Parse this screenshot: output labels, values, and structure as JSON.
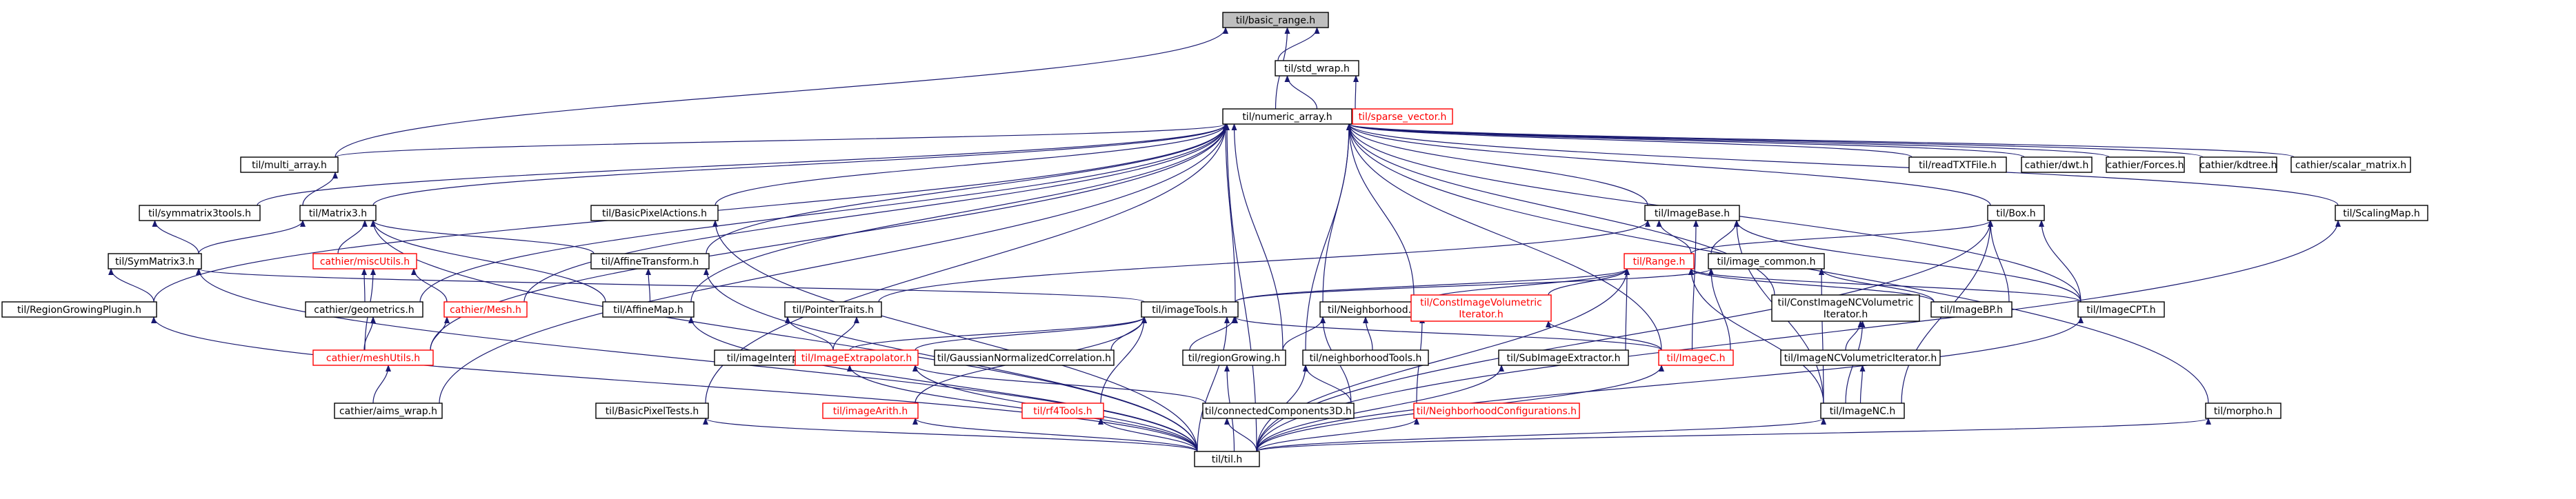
{
  "colors": {
    "node_border": "#000000",
    "node_red_text": "#ff0000",
    "node_fill": "#ffffff",
    "focus_fill": "#bfbfbf",
    "edge": "#191970"
  },
  "nodes": {
    "basic_range": {
      "label": "til/basic_range.h",
      "style": "focus"
    },
    "std_wrap": {
      "label": "til/std_wrap.h",
      "style": "normal"
    },
    "numeric_array": {
      "label": "til/numeric_array.h",
      "style": "normal"
    },
    "sparse_vector": {
      "label": "til/sparse_vector.h",
      "style": "red"
    },
    "multi_array": {
      "label": "til/multi_array.h",
      "style": "normal"
    },
    "symmatrix3tools": {
      "label": "til/symmatrix3tools.h",
      "style": "normal"
    },
    "matrix3": {
      "label": "til/Matrix3.h",
      "style": "normal"
    },
    "basicpixelactions": {
      "label": "til/BasicPixelActions.h",
      "style": "normal"
    },
    "imagebase": {
      "label": "til/ImageBase.h",
      "style": "normal"
    },
    "readtxtfile": {
      "label": "til/readTXTFile.h",
      "style": "normal"
    },
    "dwt": {
      "label": "cathier/dwt.h",
      "style": "normal"
    },
    "forces": {
      "label": "cathier/Forces.h",
      "style": "normal"
    },
    "kdtree": {
      "label": "cathier/kdtree.h",
      "style": "normal"
    },
    "scalar_matrix": {
      "label": "cathier/scalar_matrix.h",
      "style": "normal"
    },
    "box": {
      "label": "til/Box.h",
      "style": "normal"
    },
    "scalingmap": {
      "label": "til/ScalingMap.h",
      "style": "normal"
    },
    "symmatrix3": {
      "label": "til/SymMatrix3.h",
      "style": "normal"
    },
    "miscutils": {
      "label": "cathier/miscUtils.h",
      "style": "red"
    },
    "affinetransform": {
      "label": "til/AffineTransform.h",
      "style": "normal"
    },
    "range": {
      "label": "til/Range.h",
      "style": "red"
    },
    "image_common": {
      "label": "til/image_common.h",
      "style": "normal"
    },
    "regiongrowingplugin": {
      "label": "til/RegionGrowingPlugin.h",
      "style": "normal"
    },
    "geometrics": {
      "label": "cathier/geometrics.h",
      "style": "normal"
    },
    "mesh": {
      "label": "cathier/Mesh.h",
      "style": "red"
    },
    "affinemap": {
      "label": "til/AffineMap.h",
      "style": "normal"
    },
    "pointertraits": {
      "label": "til/PointerTraits.h",
      "style": "normal"
    },
    "imagetools": {
      "label": "til/imageTools.h",
      "style": "normal"
    },
    "neighborhood": {
      "label": "til/Neighborhood.h",
      "style": "normal"
    },
    "constimagevolumetric": {
      "label": "til/ConstImageVolumetric\nIterator.h",
      "style": "red"
    },
    "constimagencvolumetric": {
      "label": "til/ConstImageNCVolumetric\nIterator.h",
      "style": "normal"
    },
    "imagebp": {
      "label": "til/ImageBP.h",
      "style": "normal"
    },
    "imagecpt": {
      "label": "til/ImageCPT.h",
      "style": "normal"
    },
    "meshutils": {
      "label": "cathier/meshUtils.h",
      "style": "red"
    },
    "imageinterpolation": {
      "label": "til/imageInterpolation.h",
      "style": "normal"
    },
    "imageextrapolator": {
      "label": "til/ImageExtrapolator.h",
      "style": "red"
    },
    "gaussiannc": {
      "label": "til/GaussianNormalizedCorrelation.h",
      "style": "normal"
    },
    "regiongrowing": {
      "label": "til/regionGrowing.h",
      "style": "normal"
    },
    "neighborhoodtools": {
      "label": "til/neighborhoodTools.h",
      "style": "normal"
    },
    "subimageextractor": {
      "label": "til/SubImageExtractor.h",
      "style": "normal"
    },
    "imagec": {
      "label": "til/ImageC.h",
      "style": "red"
    },
    "imagencvolumetriciterator": {
      "label": "til/ImageNCVolumetricIterator.h",
      "style": "normal"
    },
    "aims_wrap": {
      "label": "cathier/aims_wrap.h",
      "style": "normal"
    },
    "basicpixeltests": {
      "label": "til/BasicPixelTests.h",
      "style": "normal"
    },
    "imagearith": {
      "label": "til/imageArith.h",
      "style": "red"
    },
    "rf4tools": {
      "label": "til/rf4Tools.h",
      "style": "red"
    },
    "connectedcomponents3d": {
      "label": "til/connectedComponents3D.h",
      "style": "normal"
    },
    "neighborhoodconfigurations": {
      "label": "til/NeighborhoodConfigurations.h",
      "style": "red"
    },
    "imagenc": {
      "label": "til/ImageNC.h",
      "style": "normal"
    },
    "morpho": {
      "label": "til/morpho.h",
      "style": "normal"
    },
    "til": {
      "label": "til/til.h",
      "style": "normal"
    }
  },
  "edges": [
    [
      "std_wrap",
      "basic_range"
    ],
    [
      "numeric_array",
      "basic_range"
    ],
    [
      "multi_array",
      "basic_range"
    ],
    [
      "numeric_array",
      "std_wrap"
    ],
    [
      "sparse_vector",
      "std_wrap"
    ],
    [
      "multi_array",
      "numeric_array"
    ],
    [
      "symmatrix3tools",
      "numeric_array"
    ],
    [
      "matrix3",
      "numeric_array"
    ],
    [
      "basicpixelactions",
      "numeric_array"
    ],
    [
      "imagebase",
      "numeric_array"
    ],
    [
      "readtxtfile",
      "numeric_array"
    ],
    [
      "dwt",
      "numeric_array"
    ],
    [
      "forces",
      "numeric_array"
    ],
    [
      "kdtree",
      "numeric_array"
    ],
    [
      "scalar_matrix",
      "numeric_array"
    ],
    [
      "box",
      "numeric_array"
    ],
    [
      "scalingmap",
      "numeric_array"
    ],
    [
      "regiongrowingplugin",
      "numeric_array"
    ],
    [
      "geometrics",
      "numeric_array"
    ],
    [
      "mesh",
      "numeric_array"
    ],
    [
      "meshutils",
      "numeric_array"
    ],
    [
      "aims_wrap",
      "numeric_array"
    ],
    [
      "affinetransform",
      "numeric_array"
    ],
    [
      "affinemap",
      "numeric_array"
    ],
    [
      "imagetools",
      "numeric_array"
    ],
    [
      "regiongrowing",
      "numeric_array"
    ],
    [
      "neighborhood",
      "numeric_array"
    ],
    [
      "neighborhoodtools",
      "numeric_array"
    ],
    [
      "constimagevolumetric",
      "numeric_array"
    ],
    [
      "constimagencvolumetric",
      "numeric_array"
    ],
    [
      "imagec",
      "numeric_array"
    ],
    [
      "imagecpt",
      "numeric_array"
    ],
    [
      "basicpixeltests",
      "numeric_array"
    ],
    [
      "morpho",
      "numeric_array"
    ],
    [
      "til",
      "numeric_array"
    ],
    [
      "matrix3",
      "multi_array"
    ],
    [
      "symmatrix3",
      "symmatrix3tools"
    ],
    [
      "symmatrix3",
      "matrix3"
    ],
    [
      "miscutils",
      "matrix3"
    ],
    [
      "affinetransform",
      "matrix3"
    ],
    [
      "affinemap",
      "matrix3"
    ],
    [
      "til",
      "matrix3"
    ],
    [
      "til",
      "basicpixelactions"
    ],
    [
      "range",
      "imagebase"
    ],
    [
      "image_common",
      "imagebase"
    ],
    [
      "pointertraits",
      "imagebase"
    ],
    [
      "imagec",
      "imagebase"
    ],
    [
      "imagenc",
      "imagebase"
    ],
    [
      "imagecpt",
      "imagebase"
    ],
    [
      "range",
      "box"
    ],
    [
      "imagebp",
      "box"
    ],
    [
      "imagecpt",
      "box"
    ],
    [
      "imagenc",
      "box"
    ],
    [
      "til",
      "box"
    ],
    [
      "til",
      "scalingmap"
    ],
    [
      "regiongrowingplugin",
      "symmatrix3"
    ],
    [
      "imagetools",
      "symmatrix3"
    ],
    [
      "til",
      "symmatrix3"
    ],
    [
      "geometrics",
      "miscutils"
    ],
    [
      "mesh",
      "miscutils"
    ],
    [
      "meshutils",
      "miscutils"
    ],
    [
      "affinemap",
      "affinetransform"
    ],
    [
      "til",
      "affinetransform"
    ],
    [
      "imagetools",
      "range"
    ],
    [
      "neighborhood",
      "range"
    ],
    [
      "constimagevolumetric",
      "range"
    ],
    [
      "subimageextractor",
      "range"
    ],
    [
      "imagebp",
      "range"
    ],
    [
      "imagecpt",
      "range"
    ],
    [
      "imagenc",
      "range"
    ],
    [
      "til",
      "range"
    ],
    [
      "imagetools",
      "image_common"
    ],
    [
      "imagec",
      "image_common"
    ],
    [
      "imagebp",
      "image_common"
    ],
    [
      "imagenc",
      "image_common"
    ],
    [
      "til",
      "regiongrowingplugin"
    ],
    [
      "meshutils",
      "geometrics"
    ],
    [
      "meshutils",
      "mesh"
    ],
    [
      "til",
      "affinemap"
    ],
    [
      "imageinterpolation",
      "pointertraits"
    ],
    [
      "imageextrapolator",
      "pointertraits"
    ],
    [
      "imageinterpolation",
      "imagetools"
    ],
    [
      "imageextrapolator",
      "imagetools"
    ],
    [
      "gaussiannc",
      "imagetools"
    ],
    [
      "regiongrowing",
      "imagetools"
    ],
    [
      "imagearith",
      "imagetools"
    ],
    [
      "rf4tools",
      "imagetools"
    ],
    [
      "imagec",
      "imagetools"
    ],
    [
      "til",
      "imagetools"
    ],
    [
      "regiongrowing",
      "neighborhood"
    ],
    [
      "neighborhoodtools",
      "neighborhood"
    ],
    [
      "connectedcomponents3d",
      "neighborhood"
    ],
    [
      "neighborhoodconfigurations",
      "neighborhood"
    ],
    [
      "imagec",
      "constimagevolumetric"
    ],
    [
      "imagencvolumetriciterator",
      "constimagencvolumetric"
    ],
    [
      "imagenc",
      "constimagencvolumetric"
    ],
    [
      "til",
      "imagecpt"
    ],
    [
      "aims_wrap",
      "meshutils"
    ],
    [
      "til",
      "imageinterpolation"
    ],
    [
      "connectedcomponents3d",
      "imageextrapolator"
    ],
    [
      "til",
      "imageextrapolator"
    ],
    [
      "til",
      "regiongrowing"
    ],
    [
      "connectedcomponents3d",
      "neighborhoodtools"
    ],
    [
      "til",
      "neighborhoodtools"
    ],
    [
      "til",
      "subimageextractor"
    ],
    [
      "til",
      "imagec"
    ],
    [
      "imagenc",
      "imagencvolumetriciterator"
    ],
    [
      "til",
      "basicpixeltests"
    ],
    [
      "til",
      "imagearith"
    ],
    [
      "til",
      "rf4tools"
    ],
    [
      "til",
      "connectedcomponents3d"
    ],
    [
      "til",
      "neighborhoodconfigurations"
    ],
    [
      "til",
      "imagenc"
    ],
    [
      "til",
      "morpho"
    ]
  ]
}
